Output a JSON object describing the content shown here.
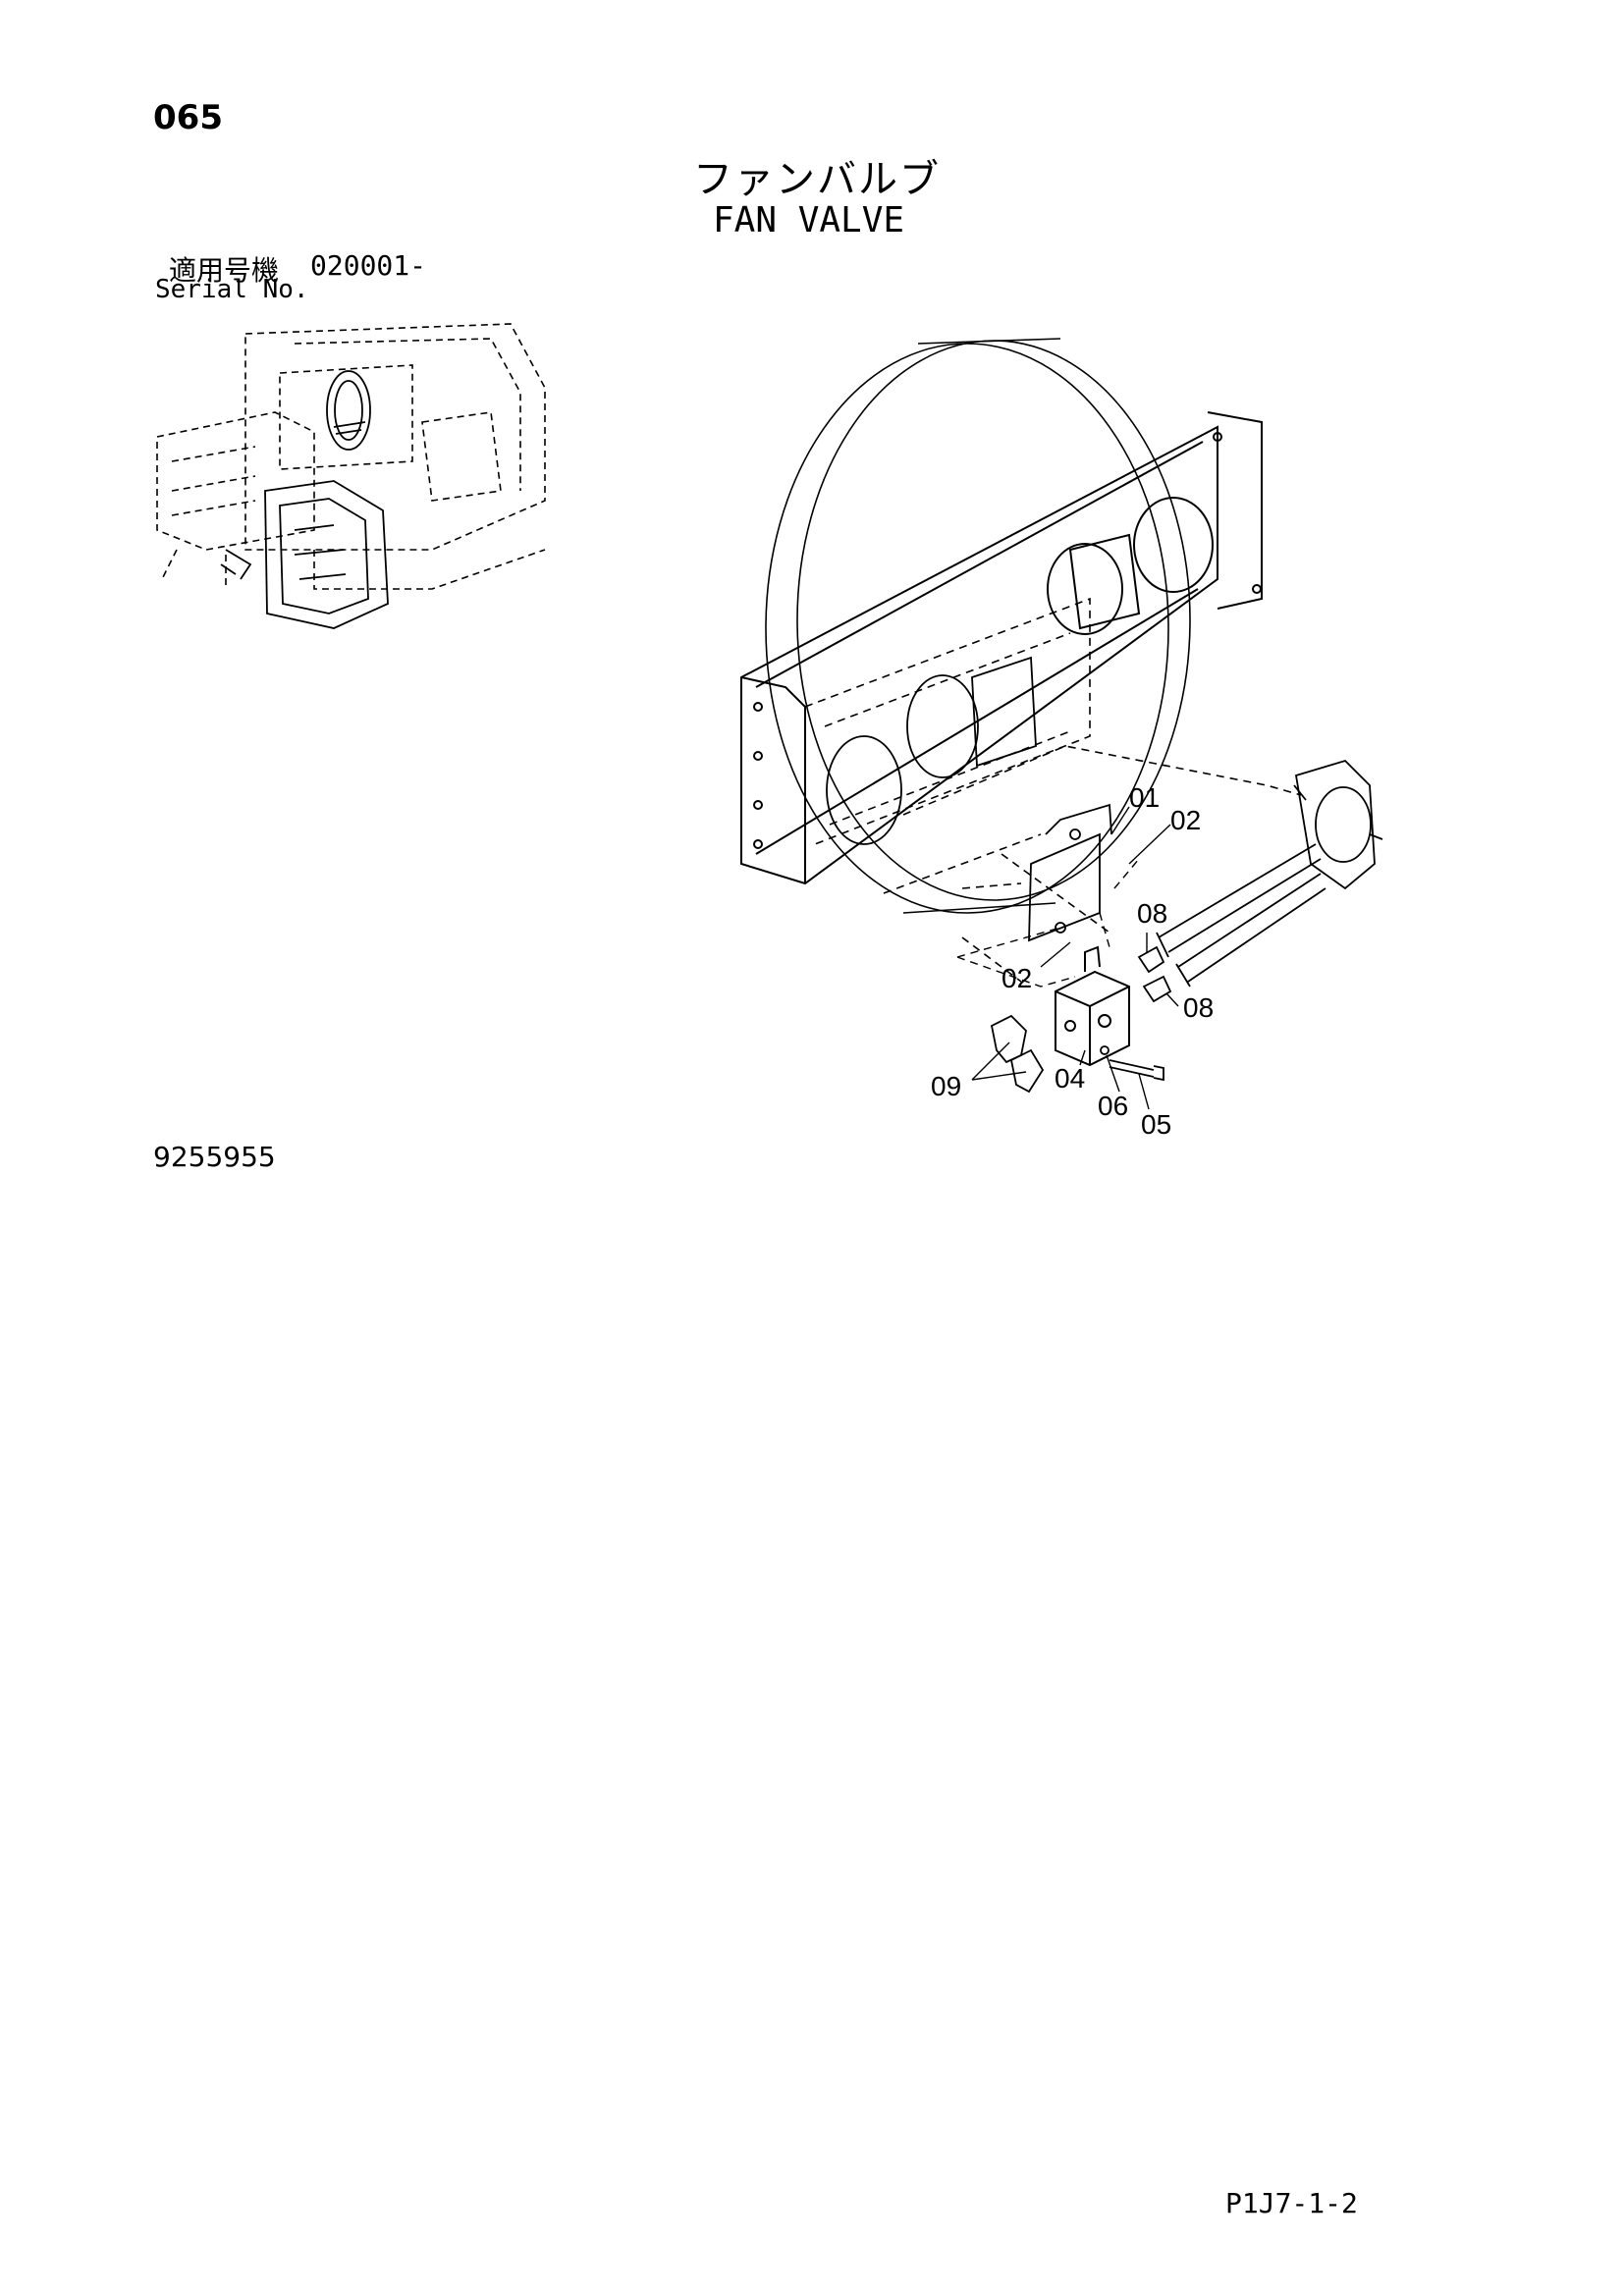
{
  "page": {
    "number": "065"
  },
  "title": {
    "jp": "ファンバルブ",
    "en": "FAN VALVE"
  },
  "serial": {
    "label_jp": "適用号機",
    "value": "020001-",
    "label_en": "Serial No."
  },
  "drawing_number": "9255955",
  "page_ref": "P1J7-1-2",
  "callouts": {
    "c01": "01",
    "c02a": "02",
    "c02b": "02",
    "c04": "04",
    "c05": "05",
    "c06": "06",
    "c08a": "08",
    "c08b": "08",
    "c09": "09"
  },
  "colors": {
    "line": "#000000",
    "background": "#ffffff"
  }
}
